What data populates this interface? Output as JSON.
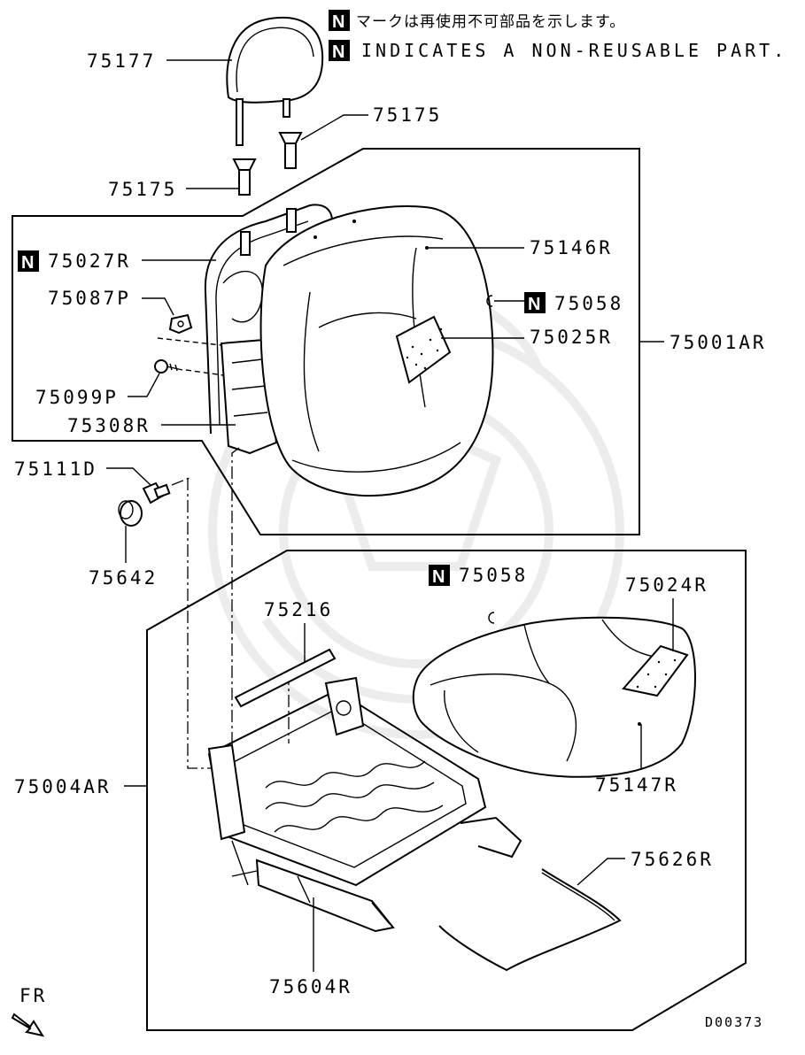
{
  "notes": {
    "badge": "N",
    "japanese": "マークは再使用不可部品を示します。",
    "english": "INDICATES A NON-REUSABLE PART."
  },
  "labels": {
    "p75177": "75177",
    "p75175_upper": "75175",
    "p75175_lower": "75175",
    "p75027R": "75027R",
    "p75087P": "75087P",
    "p75099P": "75099P",
    "p75308R": "75308R",
    "p75146R": "75146R",
    "p75058_back": "75058",
    "p75025R": "75025R",
    "p75001AR": "75001AR",
    "p75111D": "75111D",
    "p75642": "75642",
    "p75216": "75216",
    "p75058_cushion": "75058",
    "p75024R": "75024R",
    "p75004AR": "75004AR",
    "p75147R": "75147R",
    "p75626R": "75626R",
    "p75604R": "75604R"
  },
  "direction": {
    "label": "FR"
  },
  "reference_code": "D00373"
}
